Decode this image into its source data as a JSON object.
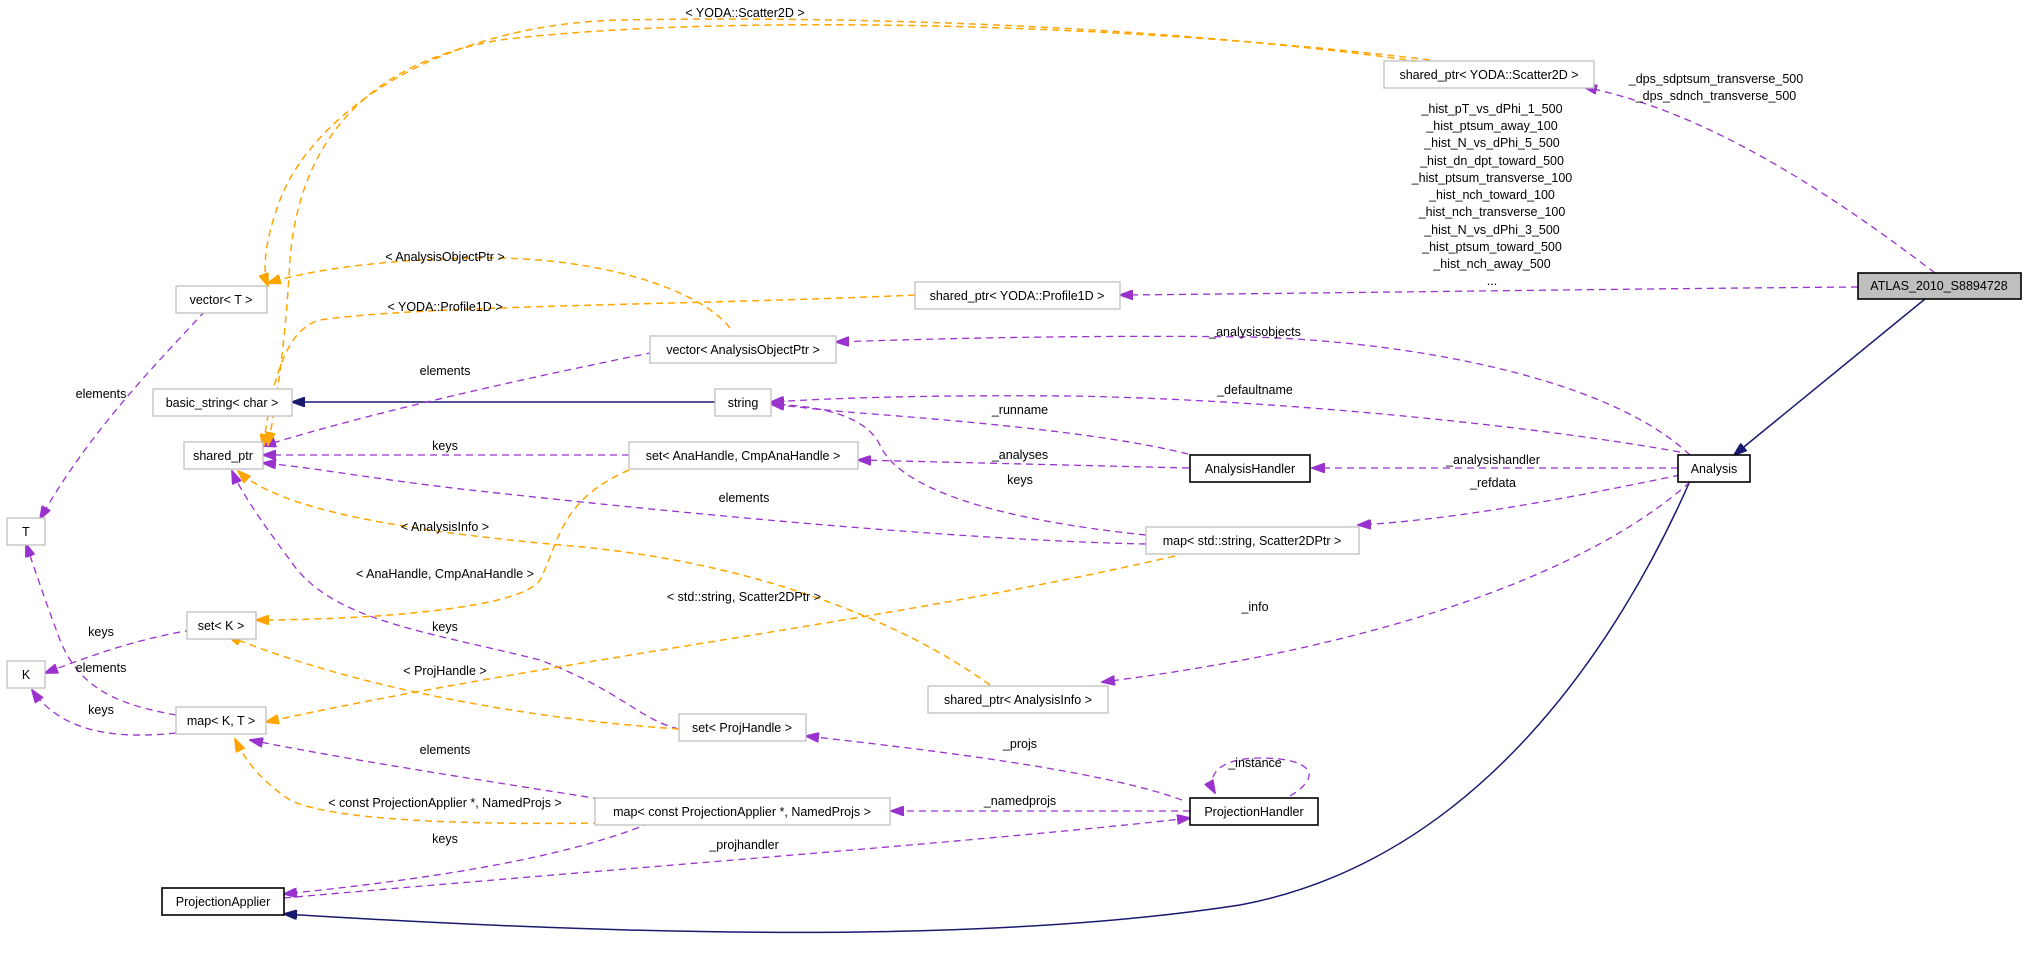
{
  "colors": {
    "usage_edge": "#9a32cd",
    "template_edge": "#ffa500",
    "inherit_edge": "#191970",
    "focus_node_fill": "#bfbfbf",
    "external_node_border": "#bfbfbf",
    "documented_node_border": "#000000"
  },
  "nodes": {
    "atlas": "ATLAS_2010_S8894728",
    "analysis": "Analysis",
    "analysishandler": "AnalysisHandler",
    "projectionhandler": "ProjectionHandler",
    "projectionapplier": "ProjectionApplier",
    "sp_scatter2d": "shared_ptr< YODA::Scatter2D >",
    "sp_profile1d": "shared_ptr< YODA::Profile1D >",
    "vector_aop": "vector< AnalysisObjectPtr >",
    "vector_t": "vector< T >",
    "basic_string": "basic_string< char >",
    "string": "string",
    "shared_ptr": "shared_ptr",
    "set_anahandle": "set< AnaHandle, CmpAnaHandle >",
    "map_scatter": "map< std::string, Scatter2DPtr >",
    "t": "T",
    "k": "K",
    "set_k": "set< K >",
    "map_kt": "map< K, T >",
    "sp_analysisinfo": "shared_ptr< AnalysisInfo >",
    "set_projhandle": "set< ProjHandle >",
    "map_projapplier": "map< const ProjectionApplier *, NamedProjs >"
  },
  "edge_labels": {
    "scatter2d_tmpl": "< YODA::Scatter2D >",
    "dps_sdptsum": "_dps_sdptsum_transverse_500",
    "dps_sdnch": "_dps_sdnch_transverse_500",
    "profile_members": [
      "_hist_pT_vs_dPhi_1_500",
      "_hist_ptsum_away_100",
      "_hist_N_vs_dPhi_5_500",
      "_hist_dn_dpt_toward_500",
      "_hist_ptsum_transverse_100",
      "_hist_nch_toward_100",
      "_hist_nch_transverse_100",
      "_hist_N_vs_dPhi_3_500",
      "_hist_ptsum_toward_500",
      "_hist_nch_away_500",
      "..."
    ],
    "aop_tmpl": "< AnalysisObjectPtr >",
    "profile1d_tmpl": "< YODA::Profile1D >",
    "elements_vt": "elements",
    "elements_vaop": "elements",
    "analysisobjects": "_analysisobjects",
    "defaultname": "_defaultname",
    "runname": "_runname",
    "keys_set_anahandle": "keys",
    "analyses": "_analyses",
    "analysishandler": "_analysishandler",
    "elements_map_scatter": "elements",
    "keys_map_scatter": "keys",
    "refdata": "_refdata",
    "analysisinfo_tmpl": "< AnalysisInfo >",
    "anahandle_tmpl": "< AnaHandle, CmpAnaHandle >",
    "scatter2dptr_tmpl": "< std::string, Scatter2DPtr >",
    "info": "_info",
    "keys_set_k": "keys",
    "keys_set_projhandle": "keys",
    "projhandle_tmpl": "< ProjHandle >",
    "elements_map_kt": "elements",
    "keys_map_kt": "keys",
    "projs": "_projs",
    "instance": "_instance",
    "elements_map_projapplier": "elements",
    "namedprojs": "_namedprojs",
    "const_projapplier_tmpl": "< const ProjectionApplier *, NamedProjs >",
    "keys_map_projapplier": "keys",
    "projhandler": "_projhandler"
  }
}
